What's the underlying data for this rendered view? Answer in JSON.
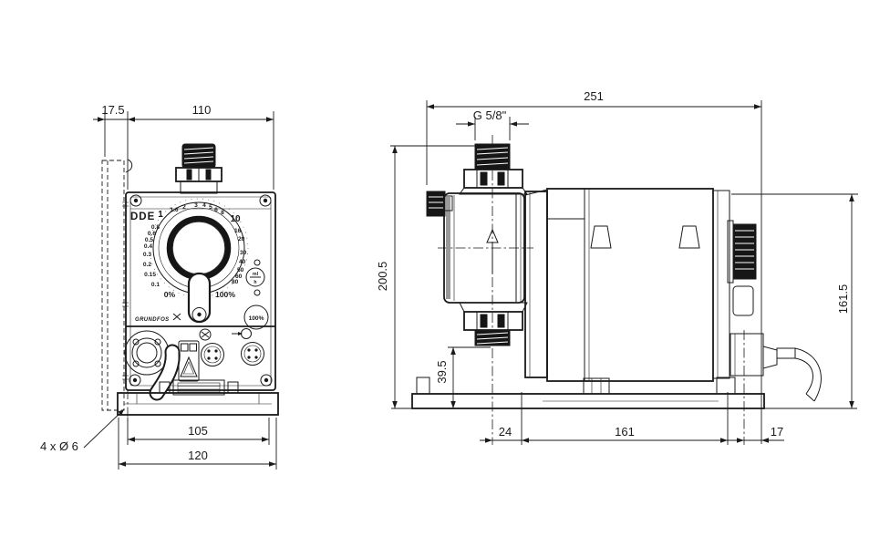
{
  "front_view": {
    "dim_offset": "17.5",
    "dim_width": "110",
    "dim_base_inner": "105",
    "dim_base_outer": "120",
    "dim_holes": "4 x Ø 6",
    "panel": {
      "model": "DDE",
      "logo": "GRUNDFOS",
      "scale_top": [
        "1",
        "1.6",
        "2",
        "3",
        "4",
        "5",
        "6",
        "8",
        "10"
      ],
      "scale_left": [
        "0.8",
        "0.6",
        "0.5",
        "0.4",
        "0.3",
        "0.2",
        "0.15",
        "0.1"
      ],
      "scale_right": [
        "16",
        "20",
        "30",
        "40",
        "50",
        "60",
        "80"
      ],
      "scale_min": "0%",
      "scale_max": "100%",
      "unit_num": "ml",
      "unit_den": "h",
      "prime_button": "100%"
    }
  },
  "side_view": {
    "dim_total_length": "251",
    "dim_connection": "G 5/8\"",
    "dim_total_height": "200.5",
    "dim_housing_height": "161.5",
    "dim_suction_height": "39.5",
    "dim_base_front": "24",
    "dim_base_mid": "161",
    "dim_base_rear": "17"
  }
}
